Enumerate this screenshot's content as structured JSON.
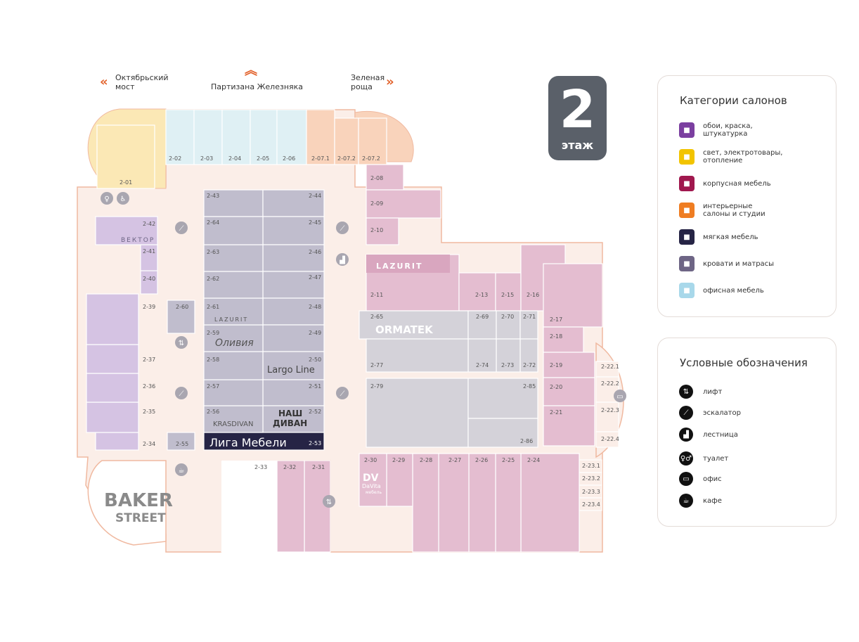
{
  "directions": {
    "left": {
      "line1": "Октябрьский",
      "line2": "мост"
    },
    "center": {
      "label": "Партизана Железняка"
    },
    "right": {
      "line1": "Зеленая",
      "line2": "роща"
    }
  },
  "floor": {
    "number": "2",
    "word": "этаж"
  },
  "categories": {
    "title": "Категории салонов",
    "items": [
      {
        "line1": "обои, краска,",
        "line2": "штукатурка",
        "color": "#7b3fa0",
        "icon": "paint-roller-icon"
      },
      {
        "line1": "свет, электротовары,",
        "line2": "отопление",
        "color": "#f2c400",
        "icon": "lamp-icon"
      },
      {
        "line1": "корпусная мебель",
        "line2": "",
        "color": "#a0184e",
        "icon": "cabinet-icon"
      },
      {
        "line1": "интерьерные",
        "line2": "салоны и студии",
        "color": "#ef7d22",
        "icon": "interior-studio-icon"
      },
      {
        "line1": "мягкая мебель",
        "line2": "",
        "color": "#262445",
        "icon": "sofa-icon"
      },
      {
        "line1": "кровати и матрасы",
        "line2": "",
        "color": "#6e6585",
        "icon": "bed-icon"
      },
      {
        "line1": "офисная мебель",
        "line2": "",
        "color": "#a8d8ea",
        "icon": "office-chair-icon"
      }
    ]
  },
  "legend": {
    "title": "Условные обозначения",
    "items": [
      {
        "label": "лифт",
        "icon": "elevator-icon",
        "glyph": "⇅"
      },
      {
        "label": "эскалатор",
        "icon": "escalator-icon",
        "glyph": "⟋"
      },
      {
        "label": "лестница",
        "icon": "stairs-icon",
        "glyph": "▟"
      },
      {
        "label": "туалет",
        "icon": "toilet-icon",
        "glyph": "♀♂"
      },
      {
        "label": "офис",
        "icon": "office-icon",
        "glyph": "▭"
      },
      {
        "label": "кафе",
        "icon": "cafe-icon",
        "glyph": "☕"
      }
    ]
  },
  "brands": {
    "vektor": "ВЕКТОР",
    "lazurit_small": "LAZURIT",
    "olivia": "Оливия",
    "largo": "Largo Line",
    "nash_divan_1": "НАШ",
    "nash_divan_2": "ДИВАН",
    "krasdivan": "KRASDIVAN",
    "liga": "Лига Мебели",
    "lazurit_big": "LAZURIT",
    "ormatek": "ORMATEK",
    "davita_1": "DV",
    "davita_2": "DaVita",
    "davita_3": "мебель",
    "baker_1": "BAKER",
    "baker_2": "STREET"
  },
  "colors": {
    "floor": "#fbeee8",
    "outline": "#f0b9a0",
    "yellow": "#fbe8b5",
    "blue": "#dff0f4",
    "peach": "#f9d3bb",
    "pink": "#e4bdd0",
    "lilac": "#d5c3e3",
    "slate": "#c0bdcd",
    "grey": "#d4d2d9",
    "navy": "#262445"
  },
  "units": [
    {
      "id": "2-01",
      "fill": "yellow"
    },
    {
      "id": "2-02",
      "fill": "blue"
    },
    {
      "id": "2-03",
      "fill": "blue"
    },
    {
      "id": "2-04",
      "fill": "blue"
    },
    {
      "id": "2-05",
      "fill": "blue"
    },
    {
      "id": "2-06",
      "fill": "blue"
    },
    {
      "id": "2-07.1",
      "fill": "peach"
    },
    {
      "id": "2-07.2",
      "fill": "peach"
    },
    {
      "id": "2-07.2",
      "fill": "peach"
    },
    {
      "id": "2-08",
      "fill": "pink"
    },
    {
      "id": "2-09",
      "fill": "pink"
    },
    {
      "id": "2-10",
      "fill": "pink"
    },
    {
      "id": "2-11",
      "fill": "pink"
    },
    {
      "id": "2-13",
      "fill": "pink"
    },
    {
      "id": "2-15",
      "fill": "pink"
    },
    {
      "id": "2-16",
      "fill": "pink"
    },
    {
      "id": "2-17",
      "fill": "pink"
    },
    {
      "id": "2-18",
      "fill": "pink"
    },
    {
      "id": "2-19",
      "fill": "pink"
    },
    {
      "id": "2-20",
      "fill": "pink"
    },
    {
      "id": "2-21",
      "fill": "pink"
    },
    {
      "id": "2-22.1",
      "fill": "floor"
    },
    {
      "id": "2-22.2",
      "fill": "floor"
    },
    {
      "id": "2-22.3",
      "fill": "floor"
    },
    {
      "id": "2-22.4",
      "fill": "floor"
    },
    {
      "id": "2-23.1",
      "fill": "floor"
    },
    {
      "id": "2-23.2",
      "fill": "floor"
    },
    {
      "id": "2-23.3",
      "fill": "floor"
    },
    {
      "id": "2-23.4",
      "fill": "floor"
    },
    {
      "id": "2-24",
      "fill": "pink"
    },
    {
      "id": "2-25",
      "fill": "pink"
    },
    {
      "id": "2-26",
      "fill": "pink"
    },
    {
      "id": "2-27",
      "fill": "pink"
    },
    {
      "id": "2-28",
      "fill": "pink"
    },
    {
      "id": "2-29",
      "fill": "pink"
    },
    {
      "id": "2-30",
      "fill": "pink"
    },
    {
      "id": "2-31",
      "fill": "pink"
    },
    {
      "id": "2-32",
      "fill": "pink"
    },
    {
      "id": "2-33",
      "fill": "white"
    },
    {
      "id": "2-34",
      "fill": "lilac"
    },
    {
      "id": "2-35",
      "fill": "lilac"
    },
    {
      "id": "2-36",
      "fill": "lilac"
    },
    {
      "id": "2-37",
      "fill": "lilac"
    },
    {
      "id": "2-39",
      "fill": "lilac"
    },
    {
      "id": "2-40",
      "fill": "lilac"
    },
    {
      "id": "2-41",
      "fill": "lilac"
    },
    {
      "id": "2-42",
      "fill": "lilac"
    },
    {
      "id": "2-43",
      "fill": "slate"
    },
    {
      "id": "2-44",
      "fill": "slate"
    },
    {
      "id": "2-45",
      "fill": "slate"
    },
    {
      "id": "2-46",
      "fill": "slate"
    },
    {
      "id": "2-47",
      "fill": "slate"
    },
    {
      "id": "2-48",
      "fill": "slate"
    },
    {
      "id": "2-49",
      "fill": "slate"
    },
    {
      "id": "2-50",
      "fill": "slate"
    },
    {
      "id": "2-51",
      "fill": "slate"
    },
    {
      "id": "2-52",
      "fill": "slate"
    },
    {
      "id": "2-53",
      "fill": "navy"
    },
    {
      "id": "2-55",
      "fill": "slate"
    },
    {
      "id": "2-56",
      "fill": "slate"
    },
    {
      "id": "2-57",
      "fill": "slate"
    },
    {
      "id": "2-58",
      "fill": "slate"
    },
    {
      "id": "2-59",
      "fill": "slate"
    },
    {
      "id": "2-60",
      "fill": "slate"
    },
    {
      "id": "2-61",
      "fill": "slate"
    },
    {
      "id": "2-62",
      "fill": "slate"
    },
    {
      "id": "2-63",
      "fill": "slate"
    },
    {
      "id": "2-64",
      "fill": "slate"
    },
    {
      "id": "2-65",
      "fill": "grey"
    },
    {
      "id": "2-69",
      "fill": "grey"
    },
    {
      "id": "2-70",
      "fill": "grey"
    },
    {
      "id": "2-71",
      "fill": "grey"
    },
    {
      "id": "2-72",
      "fill": "grey"
    },
    {
      "id": "2-73",
      "fill": "grey"
    },
    {
      "id": "2-74",
      "fill": "grey"
    },
    {
      "id": "2-77",
      "fill": "grey"
    },
    {
      "id": "2-79",
      "fill": "grey"
    },
    {
      "id": "2-85",
      "fill": "grey"
    },
    {
      "id": "2-86",
      "fill": "grey"
    }
  ]
}
